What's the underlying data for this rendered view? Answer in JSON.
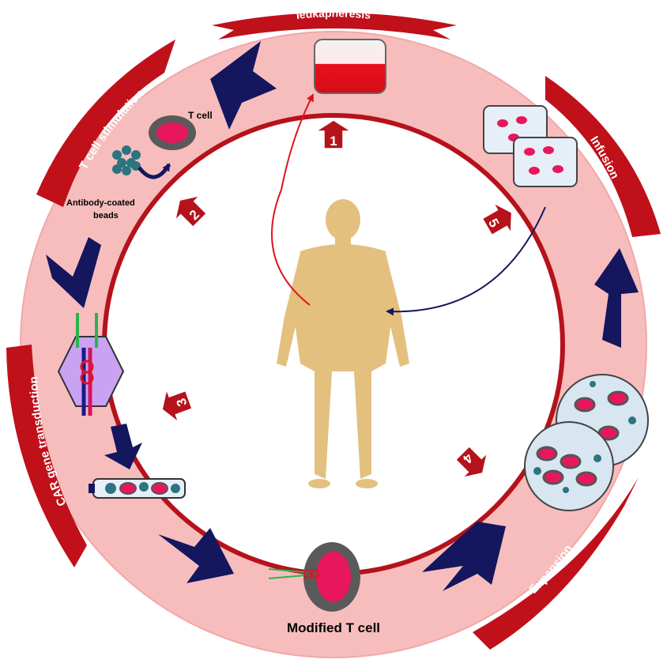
{
  "stages": {
    "leukapheresis": "leukapheresis",
    "t_cell_stimulation": "T cell stimulation",
    "car_gene_transduction": "CAR gene transduction",
    "expansion": "Expansion",
    "infusion": "Infusion"
  },
  "labels": {
    "t_cell": "T cell",
    "antibody_beads_line1": "Antibody-coated",
    "antibody_beads_line2": "beads",
    "modified_t_cell": "Modified T cell"
  },
  "steps": [
    "1",
    "2",
    "3",
    "4",
    "5"
  ],
  "colors": {
    "ring": "#f7bdbd",
    "ring_border": "#b5121b",
    "banner": "#c0101a",
    "arrow": "#14165e",
    "body": "#e3c07e",
    "cell_core": "#e8175d",
    "cell_ring": "#5a5a5a",
    "vector": "#c9a2f2"
  }
}
